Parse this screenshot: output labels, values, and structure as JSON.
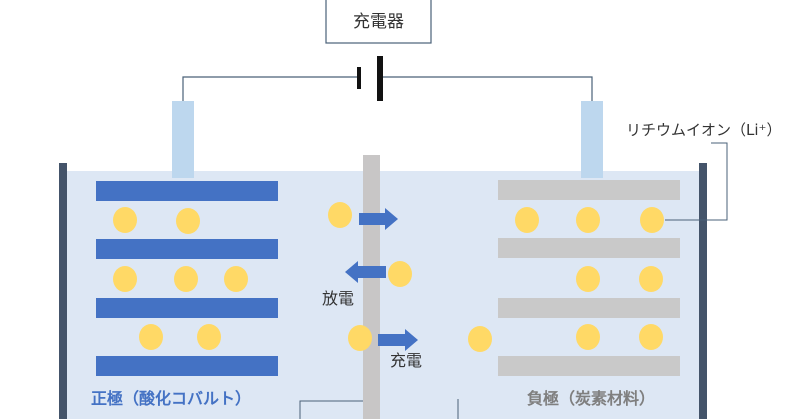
{
  "labels": {
    "charger": "充電器",
    "lithium_ion": "リチウムイオン（Li⁺）",
    "positive_electrode": "正極（酸化コバルト）",
    "negative_electrode": "負極（炭素材料）",
    "discharge": "放電",
    "charge": "充電"
  },
  "colors": {
    "electrolyte": "#dde7f4",
    "container_wall": "#44546a",
    "positive_plate": "#4472c4",
    "negative_plate": "#c9c9c9",
    "separator": "#c8c6c6",
    "terminal": "#bdd7ee",
    "ion": "#ffd966",
    "arrow": "#4472c4",
    "wire": "#4a6178",
    "positive_label": "#4472c4",
    "negative_label": "#7f7f7f"
  }
}
